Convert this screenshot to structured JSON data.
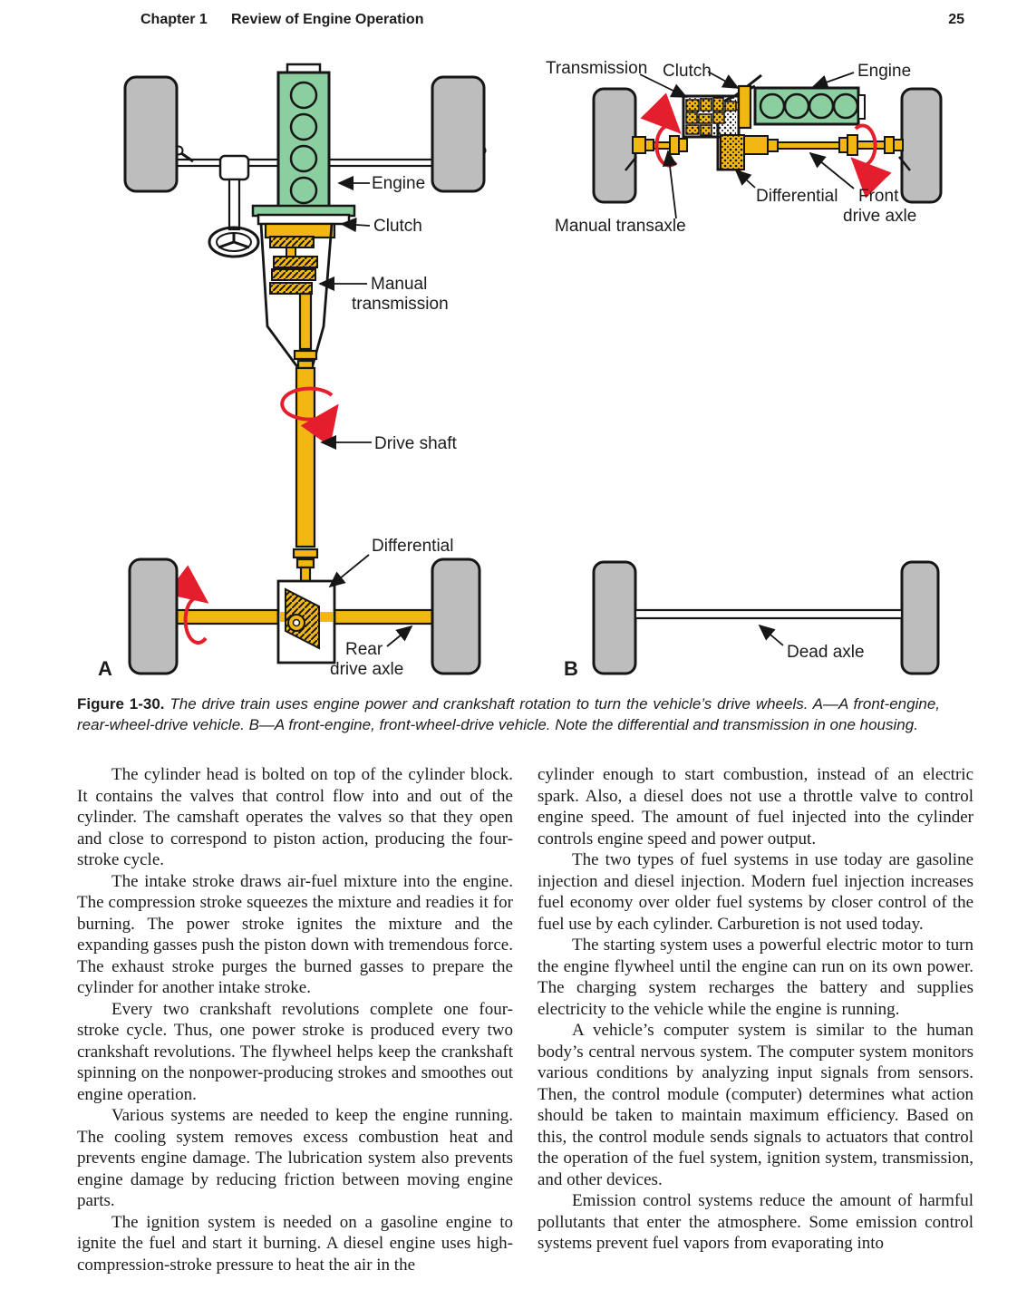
{
  "header": {
    "chapter": "Chapter 1",
    "title": "Review of Engine Operation",
    "page_number": "25"
  },
  "figure": {
    "caption_label": "Figure 1-30.",
    "caption_text": "The drive train uses engine power and crankshaft rotation to turn the vehicle’s drive wheels. A—A front-engine, rear-wheel-drive vehicle. B—A front-engine, front-wheel-drive vehicle. Note the differential and transmission in one housing.",
    "diagram_a": {
      "panel_label": "A",
      "labels": {
        "engine": "Engine",
        "clutch": "Clutch",
        "manual_transmission_line1": "Manual",
        "manual_transmission_line2": "transmission",
        "drive_shaft": "Drive shaft",
        "differential": "Differential",
        "rear_drive_axle_line1": "Rear",
        "rear_drive_axle_line2": "drive axle"
      }
    },
    "diagram_b": {
      "panel_label": "B",
      "labels": {
        "transmission": "Transmission",
        "clutch": "Clutch",
        "engine": "Engine",
        "manual_transaxle": "Manual transaxle",
        "differential": "Differential",
        "front_drive_axle_line1": "Front",
        "front_drive_axle_line2": "drive axle",
        "dead_axle": "Dead axle"
      }
    },
    "colors": {
      "engine_green": "#8bcfa1",
      "drivetrain_yellow": "#f3b712",
      "wheel_gray": "#bdbdbd",
      "rotation_red": "#e41e2d",
      "outline_black": "#161616"
    }
  },
  "body": {
    "left_column": [
      "The cylinder head is bolted on top of the cylinder block. It contains the valves that control flow into and out of the cylinder. The camshaft operates the valves so that they open and close to correspond to piston action, producing the four-stroke cycle.",
      "The intake stroke draws air-fuel mixture into the engine. The compression stroke squeezes the mixture and readies it for burning. The power stroke ignites the mixture and the expanding gasses push the piston down with tremendous force. The exhaust stroke purges the burned gasses to prepare the cylinder for another intake stroke.",
      "Every two crankshaft revolutions complete one four-stroke cycle. Thus, one power stroke is produced every two crankshaft revolutions. The flywheel helps keep the crankshaft spinning on the nonpower-producing strokes and smoothes out engine operation.",
      "Various systems are needed to keep the engine running. The cooling system removes excess combustion heat and prevents engine damage. The lubrication system also prevents engine damage by reducing friction between moving engine parts.",
      "The ignition system is needed on a gasoline engine to ignite the fuel and start it burning. A diesel engine uses high-compression-stroke pressure to heat the air in the"
    ],
    "right_column": [
      "cylinder enough to start combustion, instead of an electric spark. Also, a diesel does not use a throttle valve to control engine speed. The amount of fuel injected into the cylinder controls engine speed and power output.",
      "The two types of fuel systems in use today are gasoline injection and diesel injection. Modern fuel injection increases fuel economy over older fuel systems by closer control of the fuel use by each cylinder. Carburetion is not used today.",
      "The starting system uses a powerful electric motor to turn the engine flywheel until the engine can run on its own power. The charging system recharges the battery and supplies electricity to the vehicle while the engine is running.",
      "A vehicle’s computer system is similar to the human body’s central nervous system. The computer system monitors various conditions by analyzing input signals from sensors. Then, the control module (computer) determines what action should be taken to maintain maximum efficiency. Based on this, the control module sends signals to actuators that control the operation of the fuel system, ignition system, transmission, and other devices.",
      "Emission control systems reduce the amount of harmful pollutants that enter the atmosphere. Some emission control systems prevent fuel vapors from evaporating into"
    ]
  }
}
